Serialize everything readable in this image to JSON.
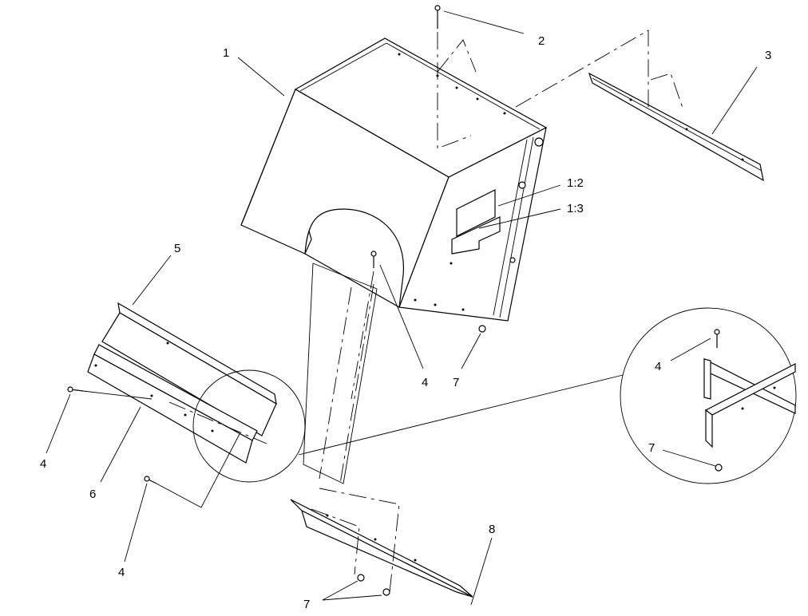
{
  "diagram": {
    "callouts": {
      "c1": "1",
      "c2": "2",
      "c3": "3",
      "c1_2": "1:2",
      "c1_3": "1:3",
      "c4_center": "4",
      "c7_center": "7",
      "c5": "5",
      "c4_left": "4",
      "c6": "6",
      "c4_bottom": "4",
      "c8": "8",
      "c7_bottom": "7",
      "c4_detail": "4",
      "c7_detail": "7"
    },
    "detail_view": "enlarged detail circle"
  }
}
